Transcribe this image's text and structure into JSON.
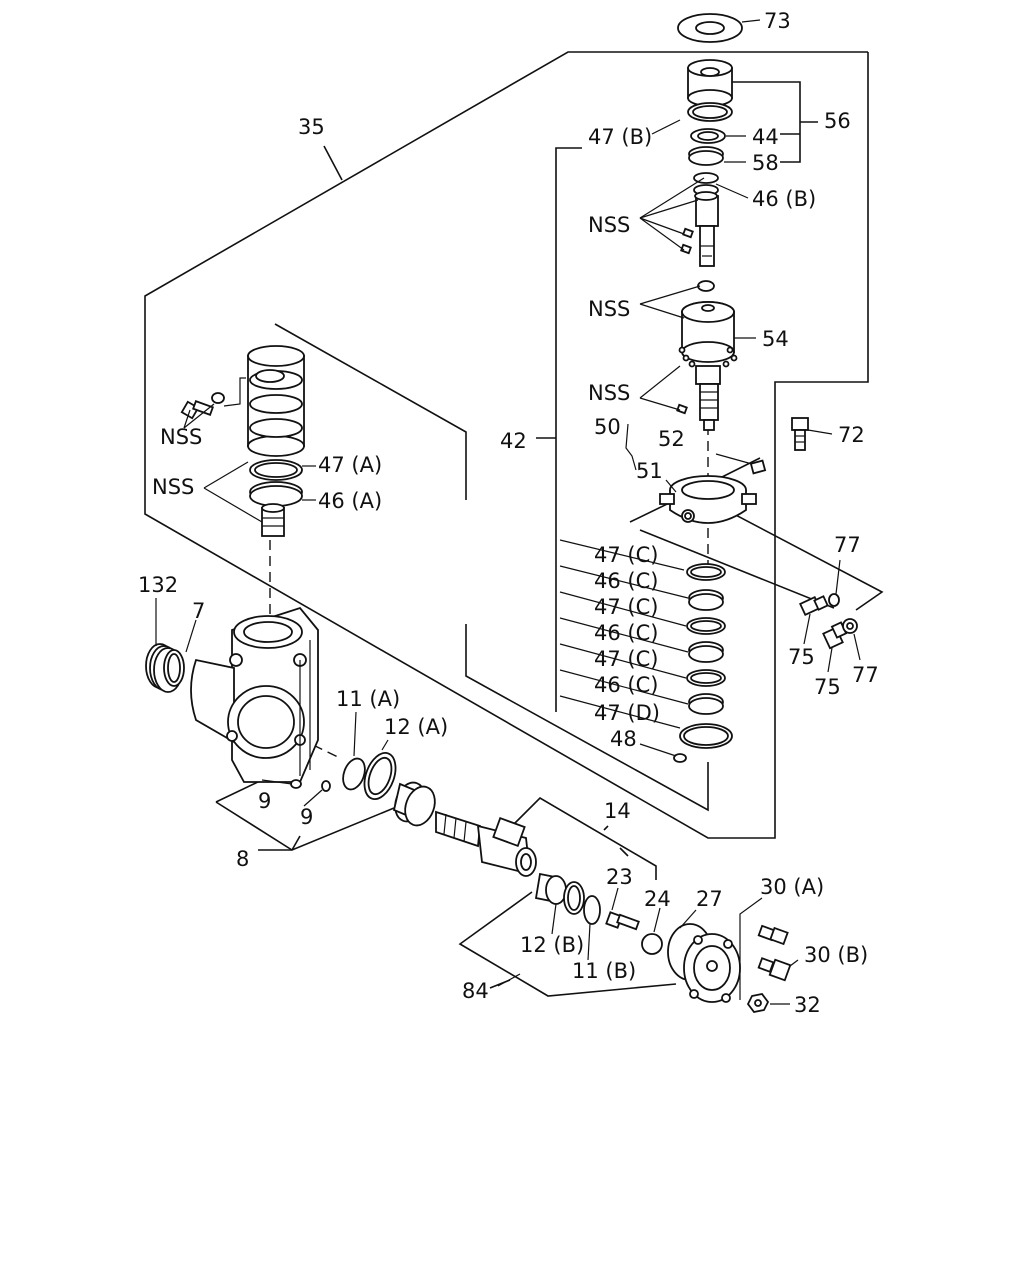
{
  "callouts": {
    "c73": "73",
    "c56": "56",
    "c44": "44",
    "c58": "58",
    "c47b": "47 (B)",
    "c46b": "46 (B)",
    "c35": "35",
    "nss1": "NSS",
    "nss2": "NSS",
    "c54": "54",
    "nss3": "NSS",
    "c72": "72",
    "c42": "42",
    "c50": "50",
    "c52": "52",
    "c51": "51",
    "nss4": "NSS",
    "nss5": "NSS",
    "c47a": "47 (A)",
    "c46a": "46 (A)",
    "c77a": "77",
    "c75a": "75",
    "c75b": "75",
    "c77b": "77",
    "c47c1": "47 (C)",
    "c46c1": "46 (C)",
    "c47c2": "47 (C)",
    "c46c2": "46 (C)",
    "c47c3": "47 (C)",
    "c46c3": "46 (C)",
    "c47d": "47 (D)",
    "c48": "48",
    "c132": "132",
    "c7": "7",
    "c11a": "11 (A)",
    "c12a": "12 (A)",
    "c9a": "9",
    "c9b": "9",
    "c8": "8",
    "c14": "14",
    "c23": "23",
    "c24": "24",
    "c27": "27",
    "c30a": "30 (A)",
    "c30b": "30 (B)",
    "c12b": "12 (B)",
    "c11b": "11 (B)",
    "c84": "84",
    "c32": "32"
  }
}
